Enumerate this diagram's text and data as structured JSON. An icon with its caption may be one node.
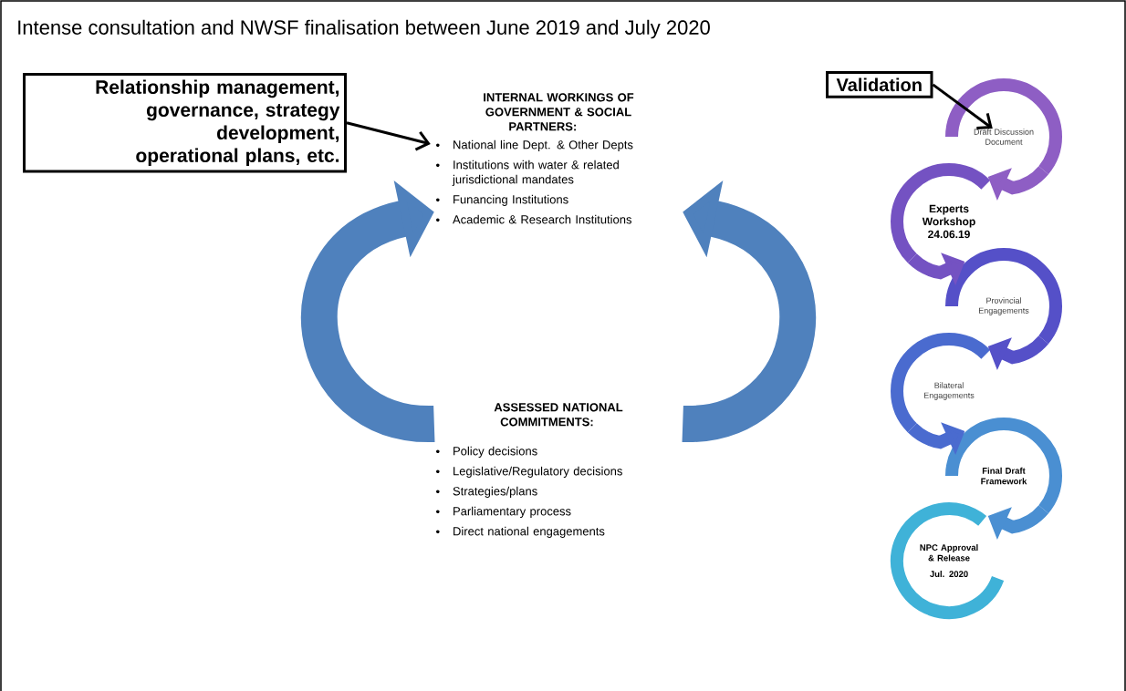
{
  "diagram": {
    "title": "Intense consultation and NWSF finalisation between June 2019 and July 2020",
    "nodes": [
      {
        "text": [
          "Relationship management, governance, strategy development, operational plans, etc."
        ]
      },
      {
        "text": [
          "INTERNAL WORKINGS OF GOVERNMENT & SOCIAL PARTNERS:",
          "National line Dept. & Other Depts",
          "Institutions with water & related jurisdictional mandates",
          "Funancing Institutions",
          "Academic & Research Institutions"
        ]
      },
      {
        "text": [
          "ASSESSED NATIONAL COMMITMENTS:",
          "Policy decisions",
          "Legislative/Regulatory decisions",
          "Strategies/plans",
          "Parliamentary process",
          "Direct national engagements"
        ]
      },
      {
        "text": [
          "Validation"
        ]
      },
      {
        "text": [
          "Draft Discussion Document"
        ]
      },
      {
        "text": [
          "Experts Workshop 24.06.19"
        ]
      },
      {
        "text": [
          "Provincial Engagements"
        ]
      },
      {
        "text": [
          "Bilateral Engagements"
        ]
      },
      {
        "text": [
          "Final Draft Framework"
        ]
      },
      {
        "text": [
          "NPC Approval & Release",
          "Jul. 2020"
        ]
      }
    ],
    "edges": [
      {
        "from": 0,
        "to": 1,
        "arrow": "to",
        "color": "#000000"
      },
      {
        "from": 3,
        "to": 4,
        "arrow": "to",
        "color": "#000000"
      },
      {
        "from": 2,
        "to": 1,
        "arrow": "to",
        "style": "thick",
        "color": "#4f81bd"
      },
      {
        "from": 2,
        "to": 1,
        "arrow": "to",
        "style": "thick",
        "color": "#4f81bd"
      },
      {
        "from": 4,
        "to": 5,
        "arrow": "to",
        "color": "#8e5ec4"
      },
      {
        "from": 5,
        "to": 6,
        "arrow": "to",
        "color": "#7452c2"
      },
      {
        "from": 6,
        "to": 7,
        "arrow": "to",
        "color": "#5550c8"
      },
      {
        "from": 7,
        "to": 8,
        "arrow": "to",
        "color": "#4a6bcf"
      },
      {
        "from": 8,
        "to": 9,
        "arrow": "to",
        "color": "#4a8fd2"
      }
    ]
  }
}
